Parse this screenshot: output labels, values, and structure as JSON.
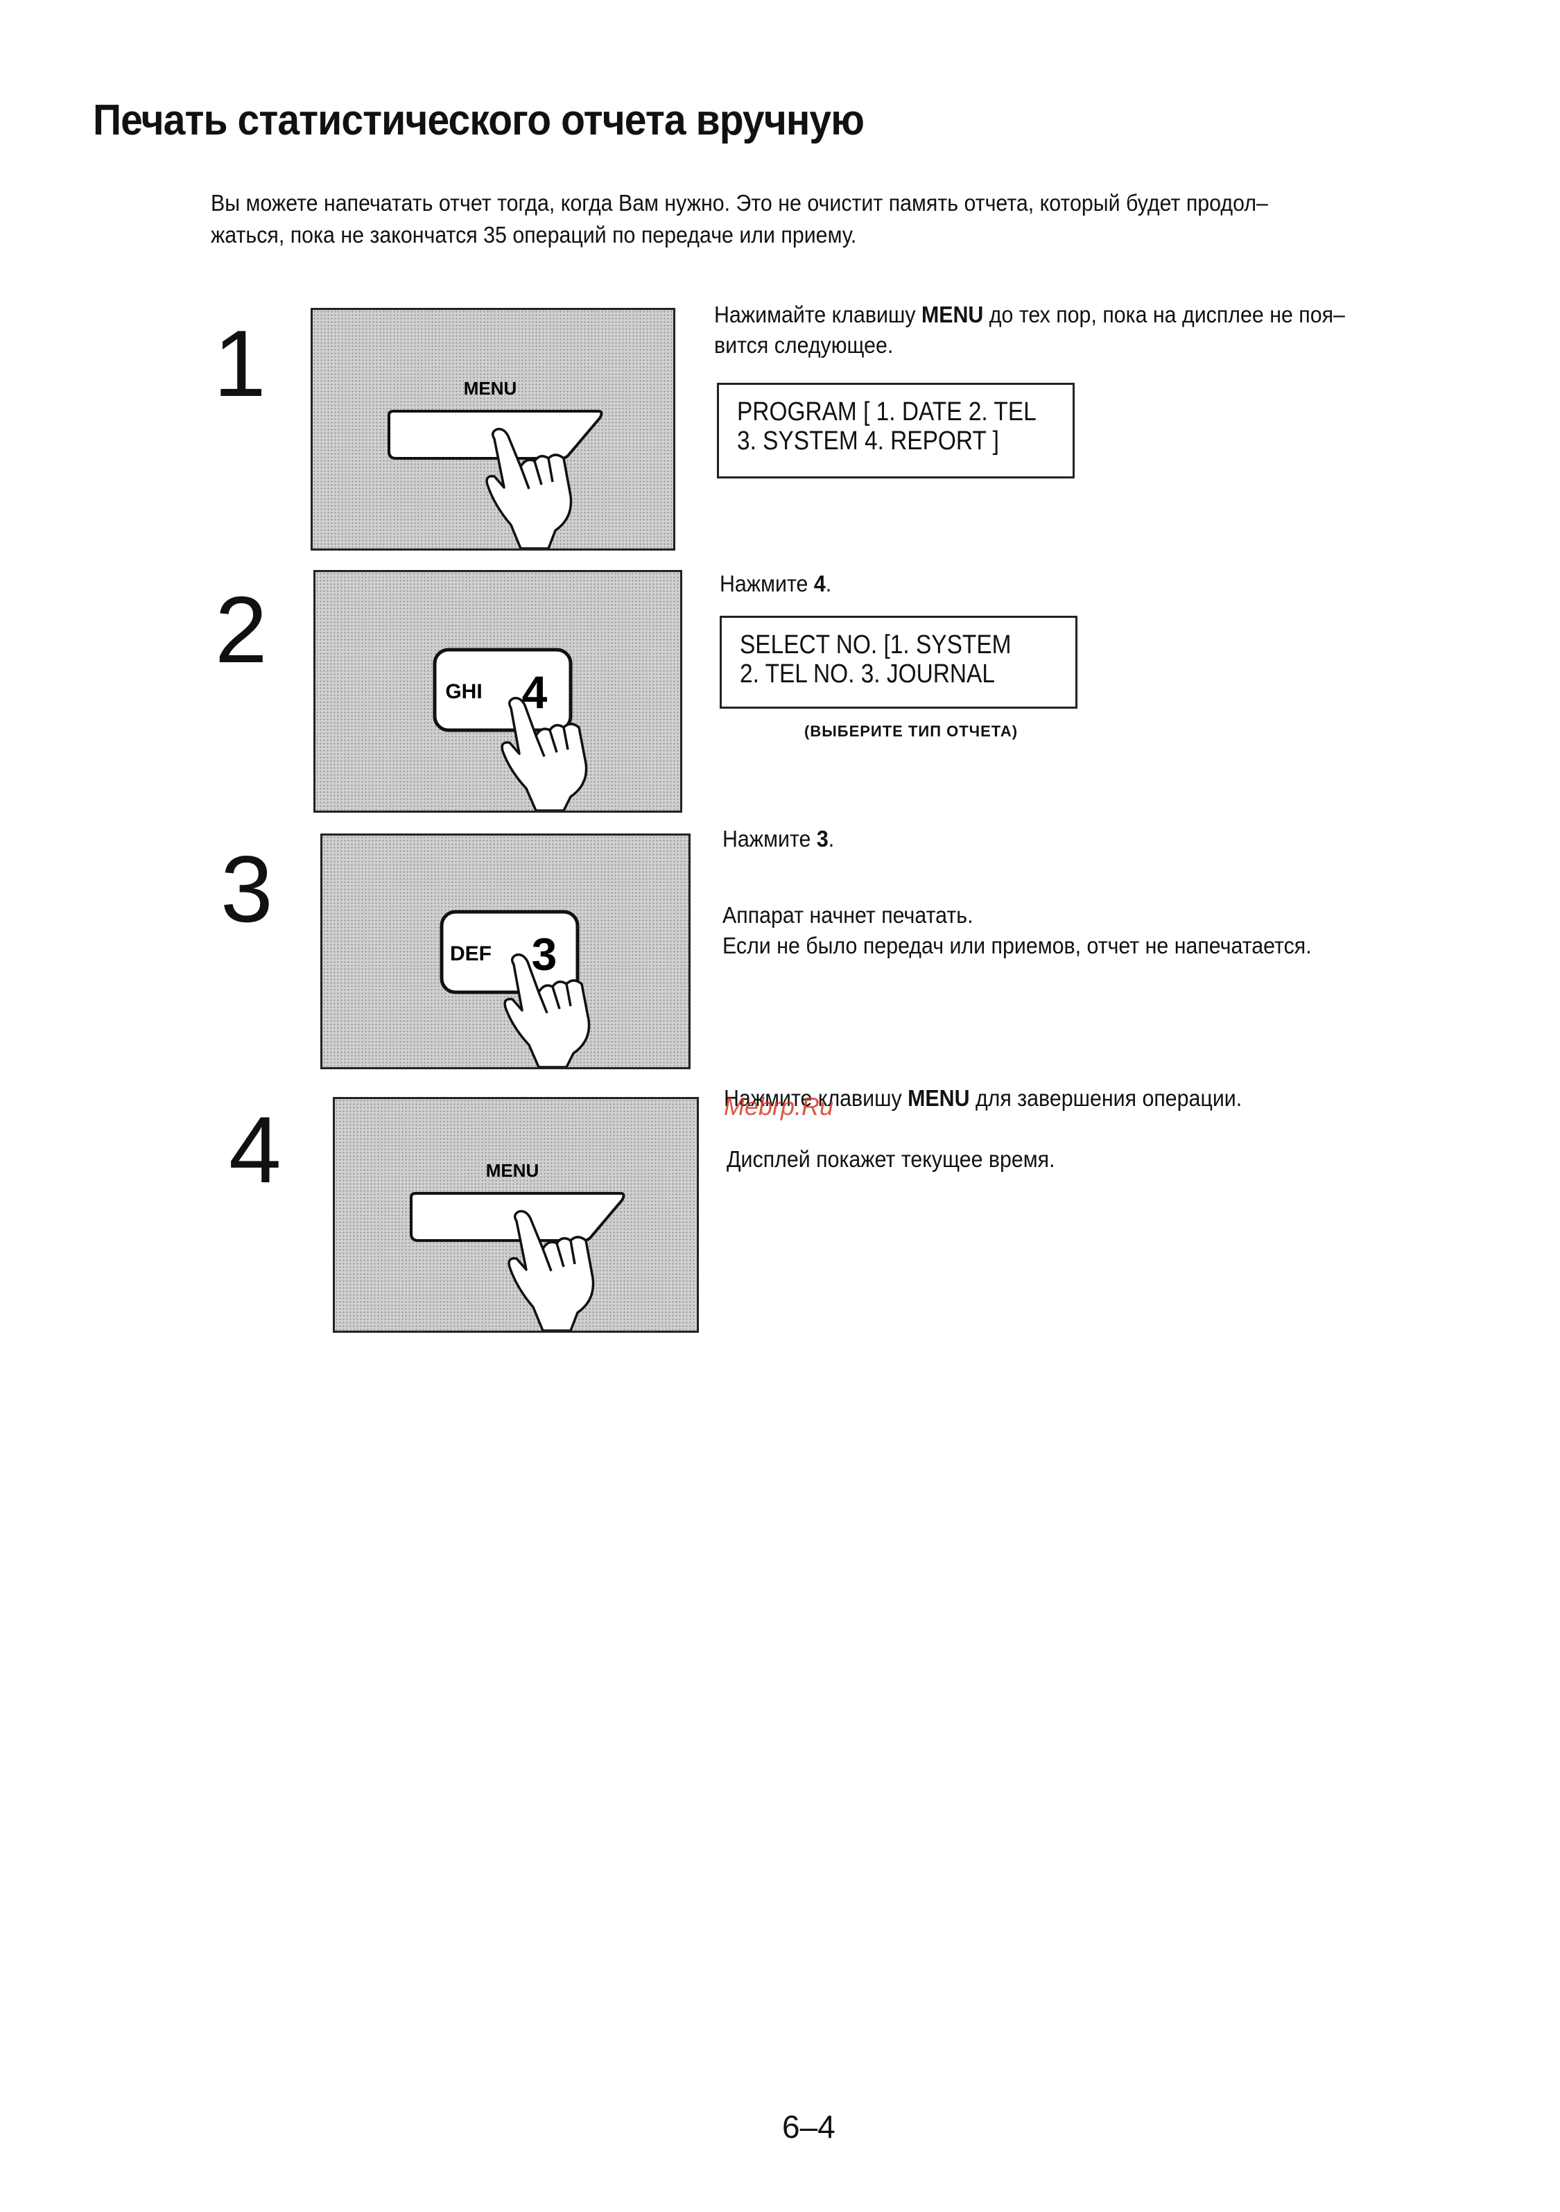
{
  "title": "Печать статистического отчета вручную",
  "intro": {
    "line1": "Вы можете напечатать отчет тогда, когда Вам нужно. Это не очистит память отчета, который будет продол–",
    "line2": "жаться, пока не закончатся 35 операций по передаче или приему."
  },
  "steps": [
    {
      "number": "1",
      "key_label": "MENU",
      "text_before": "Нажимайте клавишу ",
      "text_bold": "MENU",
      "text_after": " до тех пор, пока на дисплее не поя–",
      "text_line2": "вится следующее.",
      "display_line1": "PROGRAM  [ 1. DATE  2. TEL",
      "display_line2": "3. SYSTEM  4. REPORT ]"
    },
    {
      "number": "2",
      "key_letters": "GHI",
      "key_digit": "4",
      "text_before": "Нажмите ",
      "text_bold": "4",
      "text_after": ".",
      "display_line1": "SELECT NO.  [1. SYSTEM",
      "display_line2": "2. TEL NO.   3. JOURNAL",
      "display_caption": "(ВЫБЕРИТЕ ТИП ОТЧЕТА)"
    },
    {
      "number": "3",
      "key_letters": "DEF",
      "key_digit": "3",
      "text_before": "Нажмите ",
      "text_bold": "3",
      "text_after": ".",
      "note_line1": "Аппарат начнет печатать.",
      "note_line2": "Если не было передач или приемов, отчет не напечатается."
    },
    {
      "number": "4",
      "key_label": "MENU",
      "text_before": "Нажмите клавишу ",
      "text_bold": "MENU",
      "text_after": " для завершения операции.",
      "note_line1": "Дисплей покажет текущее время."
    }
  ],
  "watermark": "Mebrp.Ru",
  "page_number": "6–4"
}
